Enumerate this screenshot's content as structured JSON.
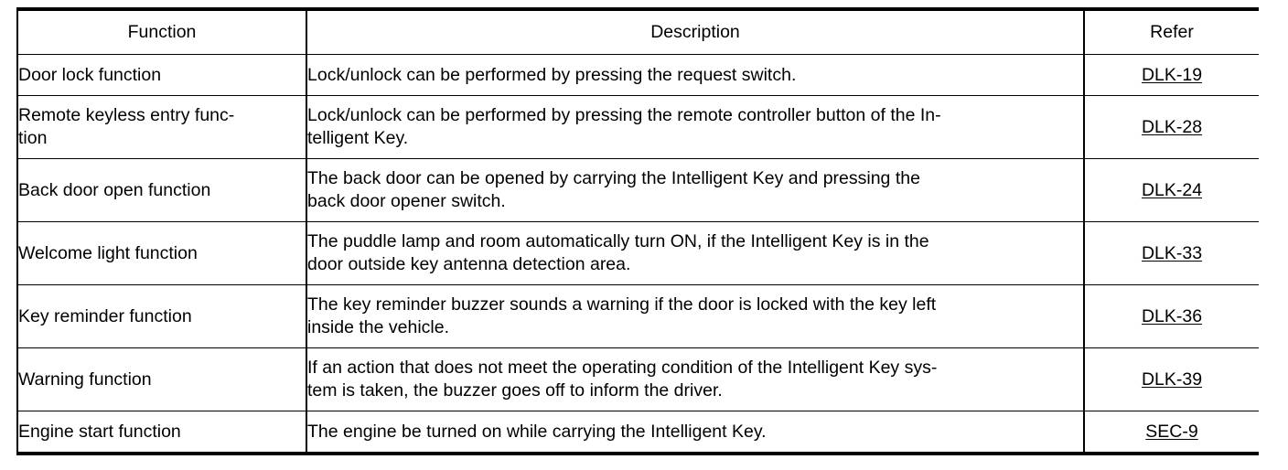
{
  "table": {
    "caption_present": false,
    "columns": [
      {
        "key": "function",
        "header": "Function"
      },
      {
        "key": "description",
        "header": "Description"
      },
      {
        "key": "refer",
        "header": "Refer"
      }
    ],
    "rows": [
      {
        "function": "Door lock function",
        "description_lines": [
          "Lock/unlock can be performed by pressing the request switch."
        ],
        "refer": "DLK-19"
      },
      {
        "function": "Remote keyless entry func-tion",
        "description_lines": [
          "Lock/unlock can be performed by pressing the remote controller button of the In-",
          "telligent Key."
        ],
        "refer": "DLK-28"
      },
      {
        "function": "Back door open function",
        "description_lines": [
          "The back door can be opened by carrying the Intelligent Key and pressing the",
          "back door opener switch."
        ],
        "refer": "DLK-24"
      },
      {
        "function": "Welcome light function",
        "description_lines": [
          "The puddle lamp and room automatically turn ON, if the Intelligent Key is in the",
          "door outside key antenna detection area."
        ],
        "refer": "DLK-33"
      },
      {
        "function": "Key reminder function",
        "description_lines": [
          "The key reminder buzzer sounds a warning if the door is locked with the key left",
          "inside the vehicle."
        ],
        "refer": "DLK-36"
      },
      {
        "function": "Warning function",
        "description_lines": [
          "If an action that does not meet the operating condition of the Intelligent Key sys-",
          "tem is taken, the buzzer goes off to inform the driver."
        ],
        "refer": "DLK-39"
      },
      {
        "function": "Engine start function",
        "description_lines": [
          "The engine be turned on while carrying the Intelligent Key."
        ],
        "refer": "SEC-9"
      }
    ]
  },
  "style": {
    "text_color": "#000000",
    "rule_color": "#000000",
    "background": "#ffffff"
  }
}
